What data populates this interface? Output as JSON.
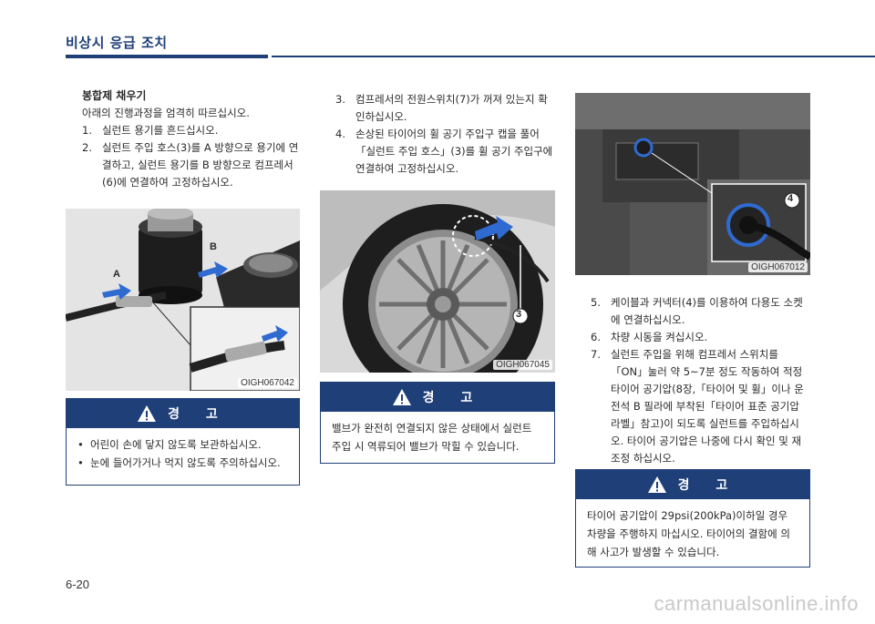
{
  "header": {
    "title": "비상시 응급 조치"
  },
  "col1": {
    "heading": "봉합제 채우기",
    "intro": "아래의 진행과정을 엄격히 따르십시오.",
    "steps": [
      {
        "num": "1.",
        "text": "실런트 용기를 흔드십시오."
      },
      {
        "num": "2.",
        "text": "실런트 주입 호스(3)를 A 방향으로 용기에 연결하고, 실런트 용기를 B 방향으로 컴프레서(6)에 연결하여 고정하십시오."
      }
    ],
    "figure": {
      "code": "OIGH067042",
      "label_a": "A",
      "label_b": "B"
    },
    "warning": {
      "title": "경 고",
      "bullets": [
        "어린이 손에 닿지 않도록 보관하십시오.",
        "눈에 들어가거나 먹지 않도록 주의하십시오."
      ]
    }
  },
  "col2": {
    "steps": [
      {
        "num": "3.",
        "text": "컴프레서의 전원스위치(7)가 꺼져 있는지 확인하십시오."
      },
      {
        "num": "4.",
        "text": "손상된 타이어의 휠 공기 주입구 캡을 풀어「실런트 주입 호스」(3)를 휠 공기 주입구에 연결하여 고정하십시오."
      }
    ],
    "figure": {
      "code": "OIGH067045",
      "callout": "3"
    },
    "warning": {
      "title": "경 고",
      "text": "밸브가 완전히 연결되지 않은 상태에서 실런트 주입 시 역류되어 밸브가 막힐 수 있습니다."
    }
  },
  "col3": {
    "figure": {
      "code": "OIGH067012",
      "callout": "4"
    },
    "steps": [
      {
        "num": "5.",
        "text": "케이블과 커넥터(4)를 이용하여 다용도 소켓에 연결하십시오."
      },
      {
        "num": "6.",
        "text": "차량 시동을 켜십시오."
      },
      {
        "num": "7.",
        "text": "실런트 주입을 위해 컴프레서 스위치를「ON」눌러 약 5~7분 정도 작동하여 적정 타이어 공기압(8장,「타이어 및 휠」이나 운전석 B 필라에 부착된「타이어 표준 공기압 라벨」참고)이 되도록 실런트를 주입하십시오. 타이어 공기압은 나중에 다시 확인 및 재조정 하십시오."
      }
    ],
    "warning": {
      "title": "경 고",
      "text": "타이어 공기압이 29psi(200kPa)이하일 경우 차량을 주행하지 마십시오. 타이어의 결함에 의해 사고가 발생할 수 있습니다."
    }
  },
  "footer": {
    "page": "6-20",
    "watermark": "carmanualsonline.info"
  }
}
